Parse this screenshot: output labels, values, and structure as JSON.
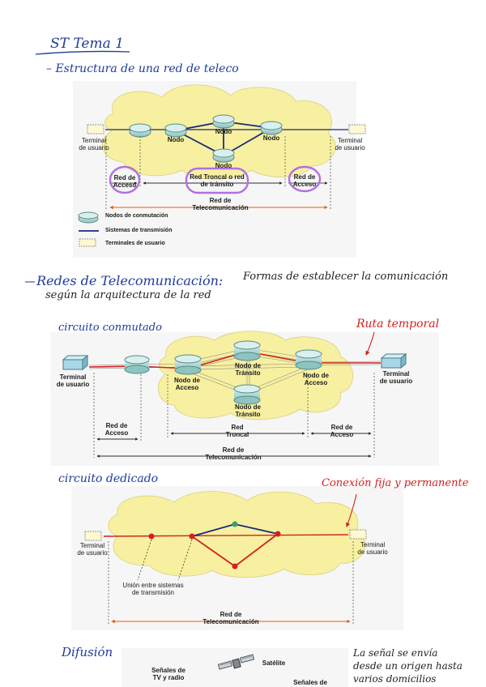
{
  "notes": {
    "title": "ST Tema 1",
    "section1": "– Estructura de una red de teleco",
    "section2": "– Redes de Telecomunicación:",
    "section2_note": "Formas de establecer la comunicación",
    "section2_sub": "según la arquitectura de la red",
    "circuit_switched": "circuito conmutado",
    "circuit_switched_note": "Ruta temporal",
    "dedicated": "circuito dedicado",
    "dedicated_note": "Conexión fija y permanente",
    "broadcast": "Difusión",
    "broadcast_note_1": "La señal se envía",
    "broadcast_note_2": "desde un origen hasta",
    "broadcast_note_3": "varios domicilios"
  },
  "diagram1": {
    "terminal_left": "Terminal\nde usuario",
    "terminal_right": "Terminal\nde usuario",
    "node_a": "Nodo",
    "node_b": "Nodo",
    "node_c": "Nodo",
    "node_d": "Nodo",
    "access_left": "Red de\nAcceso",
    "trunk": "Red Troncal o red\nde tránsito",
    "access_right": "Red de\nAcceso",
    "telecom": "Red de\nTelecomunicación",
    "legend_nodes": "Nodos de conmutación",
    "legend_systems": "Sistemas de transmisión",
    "legend_terminals": "Terminales de usuario"
  },
  "diagram2": {
    "terminal_left": "Terminal\nde usuario",
    "terminal_right": "Terminal\nde usuario",
    "access_node_left": "Nodo de\nAcceso",
    "transit_top": "Nodo de\nTránsito",
    "access_node_right": "Nodo de\nAcceso",
    "transit_bottom": "Nodo de\nTránsito",
    "access_left": "Red de\nAcceso",
    "trunk": "Red\nTroncal",
    "access_right": "Red de\nAcceso",
    "telecom": "Red de\nTelecomunicación"
  },
  "diagram3": {
    "terminal_left": "Terminal\nde usuario",
    "terminal_right": "Terminal\nde usuario",
    "union": "Unión entre sistemas\nde transmisión",
    "telecom": "Red de\nTelecomunicación"
  },
  "diagram4": {
    "tv": "Señales de\nTV y radio",
    "satellite": "Satélite",
    "signals": "Señales de"
  },
  "colors": {
    "ink_blue": "#1f3b9a",
    "ink_red": "#d42020",
    "cloud": "#f7f0a0",
    "highlight": "#b070e0",
    "node": "#a8d8d4"
  }
}
